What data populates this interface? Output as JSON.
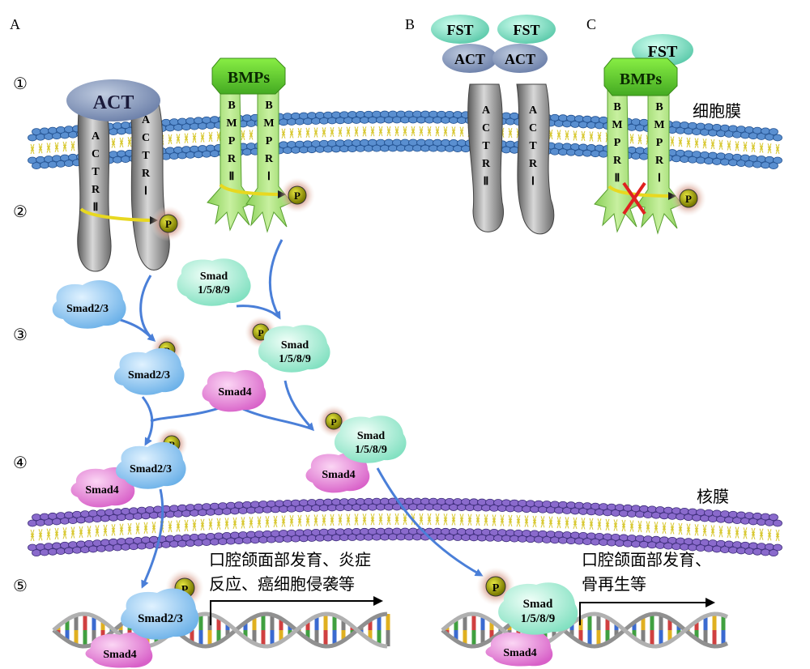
{
  "panels": {
    "a": "A",
    "b": "B",
    "c": "C"
  },
  "steps": [
    "①",
    "②",
    "③",
    "④",
    "⑤"
  ],
  "membranes": {
    "cell": "细胞膜",
    "nucleus": "核膜"
  },
  "proteins": {
    "act": "ACT",
    "bmps": "BMPs",
    "fst": "FST",
    "actr2": [
      "A",
      "C",
      "T",
      "R",
      "Ⅱ"
    ],
    "actr1": [
      "A",
      "C",
      "T",
      "R",
      "Ⅰ"
    ],
    "bmpr2": [
      "B",
      "M",
      "P",
      "R",
      "Ⅱ"
    ],
    "bmpr1": [
      "B",
      "M",
      "P",
      "R",
      "Ⅰ"
    ],
    "p": "P",
    "smad23": "Smad2/3",
    "smad4": "Smad4",
    "smad1589_line1": "Smad",
    "smad1589_line2": "1/5/8/9"
  },
  "outcomes": {
    "left_line1": "口腔颌面部发育、炎症",
    "left_line2": "反应、癌细胞侵袭等",
    "right_line1": "口腔颌面部发育、",
    "right_line2": "骨再生等"
  },
  "colors": {
    "membrane_blue": "#3a6fb0",
    "membrane_purple": "#6a4aa8",
    "lipid_tail": "#e8d84a",
    "receptor_gray": "#8a8a8a",
    "bmp_green": "#66cc33",
    "receptor_green": "#a8e07a",
    "act_blue_gray": "#7f93b8",
    "fst_teal": "#7fe0c8",
    "smad23_blue": "#8fc8f0",
    "smad1589_teal": "#b8f0e0",
    "smad4_pink": "#e880d8",
    "phospho_olive": "#9a9a10",
    "arrow_blue": "#4a7fd8",
    "cross_red": "#e02020"
  }
}
